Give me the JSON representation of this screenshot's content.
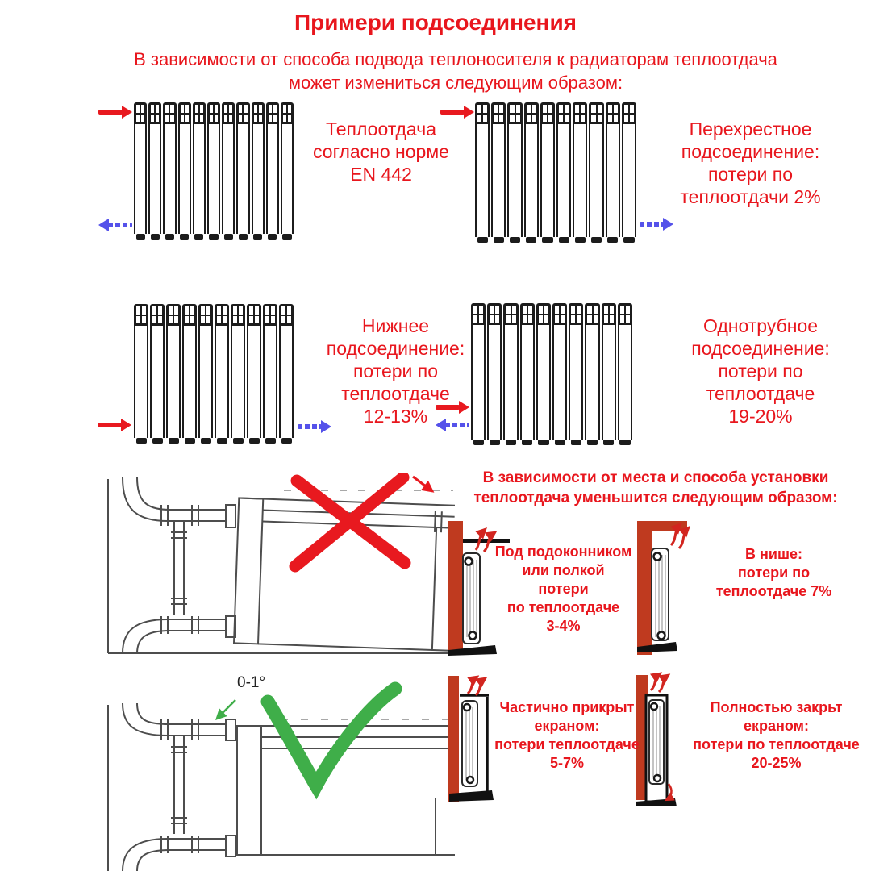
{
  "title": "Примери подсоединения",
  "intro": "В зависимости от способа подвода теплоносителя к радиаторам теплоотдача\nможет измениться следующим образом:",
  "colors": {
    "text_red": "#e8161d",
    "arrow_red": "#e8191f",
    "arrow_blue": "#5552ea",
    "wall_brick": "#bf3a1f",
    "check_green": "#3fae49",
    "cross_red": "#e8191f"
  },
  "connection_examples": [
    {
      "caption": "Теплоотдача\nсогласно норме\nEN 442",
      "sections": 11,
      "supply": "top-left",
      "return": "bottom-left"
    },
    {
      "caption": "Перехрестное\nподсоединение:\nпотери по\nтеплоотдачи 2%",
      "sections": 10,
      "supply": "top-left",
      "return": "bottom-right"
    },
    {
      "caption": "Нижнее\nподсоединение:\nпотери по\nтеплоотдаче\n12-13%",
      "sections": 10,
      "supply": "bottom-left",
      "return": "bottom-right"
    },
    {
      "caption": "Однотрубное\nподсоединение:\nпотери по\nтеплоотдаче\n19-20%",
      "sections": 10,
      "supply": "bottom-left",
      "return": "bottom-left"
    }
  ],
  "installation": {
    "heading": "В зависимости от места и способа установки\nтеплоотдача уменьшится следующим образом:",
    "angle_label": "0-1°",
    "cases": [
      {
        "caption": "Под подоконником\nили полкой\nпотери\nпо теплоотдаче\n3-4%"
      },
      {
        "caption": "В нише:\nпотери по\nтеплоотдаче 7%"
      },
      {
        "caption": "Частично прикрыт\nекраном:\nпотери теплоотдаче\n5-7%"
      },
      {
        "caption": "Полностью закрьт\nекраном:\nпотери по теплоотдаче\n20-25%"
      }
    ]
  }
}
